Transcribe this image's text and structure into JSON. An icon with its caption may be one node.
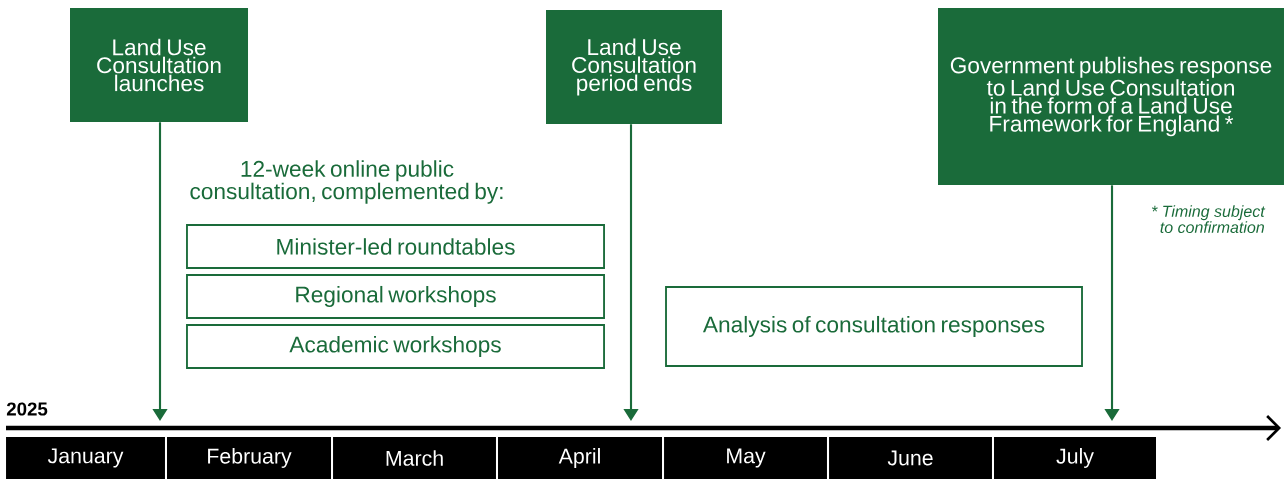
{
  "diagram": {
    "nodes": [
      {
        "text": [
          "Land Use Consultation launches"
        ]
      },
      {
        "text": [
          "Land Use Consultation period ends"
        ]
      },
      {
        "text": [
          "Government publishes response to Land Use Consultation in the form of a Land Use Framework for England *"
        ],
        "beside": [
          "* Timing subject to confirmation"
        ]
      },
      {
        "text": [
          "Minister-led roundtables"
        ]
      },
      {
        "text": [
          "Regional workshops"
        ]
      },
      {
        "text": [
          "Academic workshops"
        ]
      },
      {
        "text": [
          "Analysis of consultation responses"
        ]
      },
      {
        "text": [
          "January"
        ]
      },
      {
        "text": [
          "February"
        ]
      },
      {
        "text": [
          "March"
        ]
      },
      {
        "text": [
          "April"
        ]
      },
      {
        "text": [
          "May"
        ]
      },
      {
        "text": [
          "June"
        ]
      },
      {
        "text": [
          "July"
        ]
      }
    ],
    "edges": [
      {
        "from": 0,
        "to": null,
        "arrow": "to"
      },
      {
        "from": 1,
        "to": null,
        "arrow": "to"
      },
      {
        "from": 2,
        "to": null,
        "arrow": "to"
      }
    ],
    "labels": [
      "12-week online public consultation, complemented by:",
      "2025"
    ]
  }
}
